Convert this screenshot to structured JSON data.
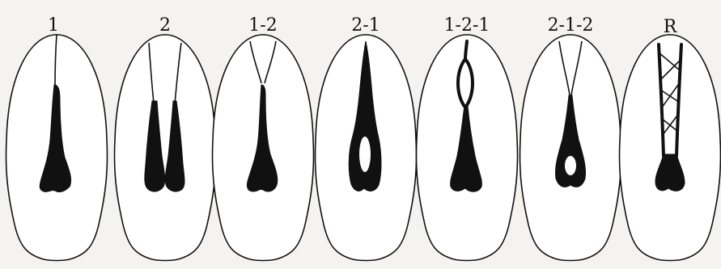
{
  "figure": {
    "labels": [
      "1",
      "2",
      "1-2",
      "2-1",
      "1-2-1",
      "2-1-2",
      "R"
    ],
    "background_color": "#f4f3ef",
    "ink_color": "#111111"
  }
}
